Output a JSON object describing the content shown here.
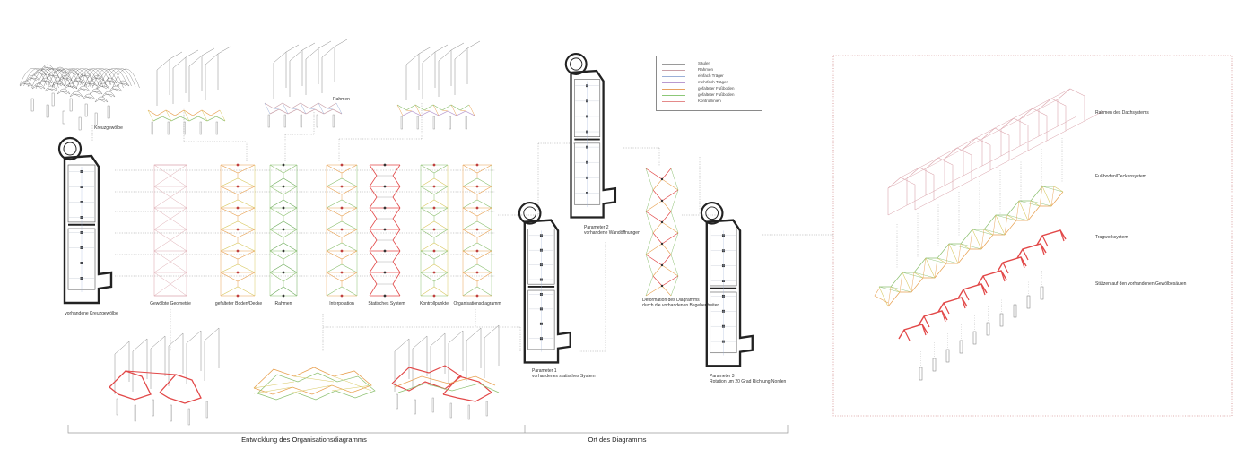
{
  "labels": {
    "kreuzgewoelbe": "Kreuzgewölbe",
    "rahmen_top": "Rahmen",
    "vorhandene_kreuzgewoelbe": "vorhandene Kreuzgewölbe",
    "gewoelbte_geometrie": "Gewölbte Geometrie",
    "gefalteter_boden": "gefalteter Boden/Decke",
    "rahmen": "Rahmen",
    "interpolation": "Interpolation",
    "statisches_system": "Statisches System",
    "kontrollpunkte": "Kontrollpunkte",
    "organisationsdiagramm": "Organisationsdiagramm",
    "parameter2_line1": "Parameter 2",
    "parameter2_line2": "vorhandene Wandöffnungen",
    "deformation_line1": "Deformation des Diagramms",
    "deformation_line2": "durch die vorhandenen Begebenheiten",
    "parameter1_line1": "Parameter 1",
    "parameter1_line2": "vorhandenes statisches System",
    "parameter3_line1": "Parameter 3",
    "parameter3_line2": "Rotation um 20 Grad Richtung Norden",
    "entwicklung": "Entwicklung des Organisationsdiagramms",
    "ort": "Ort des Diagramms",
    "rahmen_dachsystem": "Rahmen des Dachsystems",
    "fussboden_deckensystem": "Fußboden/Deckensystem",
    "tragwerksystem": "Tragwerksystem",
    "stuetzen": "Stützen auf den vorhandenen Gewölbesäulen"
  },
  "legend": [
    {
      "label": "Säulen",
      "color": "#9a9a9a"
    },
    {
      "label": "Rahmen",
      "color": "#c9a0a8"
    },
    {
      "label": "einfach Träger",
      "color": "#9bb0d8"
    },
    {
      "label": "mehrfach Träger",
      "color": "#b89ad0"
    },
    {
      "label": "gefalteter Fußboden",
      "color": "#e8a060"
    },
    {
      "label": "gefalteter Fußboden",
      "color": "#8cc878"
    },
    {
      "label": "Kontrolllinien",
      "color": "#e48a8a"
    }
  ],
  "colors": {
    "orange": "#e8a050",
    "green": "#8cc070",
    "red": "#e24848",
    "pink": "#d9a0a8",
    "gray": "#8c8c8c",
    "dark": "#333333",
    "yellow": "#d8c860"
  }
}
